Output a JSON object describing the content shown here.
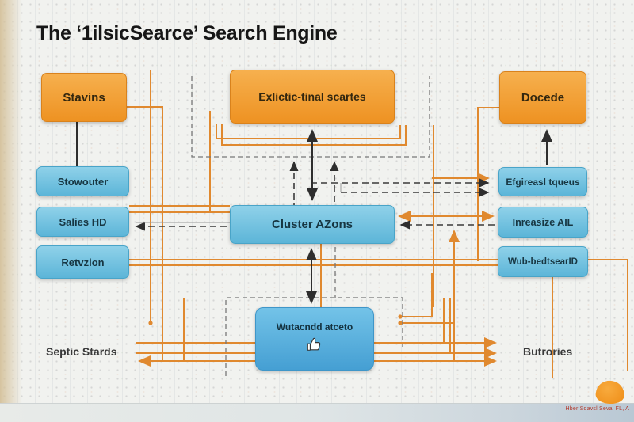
{
  "title": "The ‘1ilsicSearce’ Search Engine",
  "nodes": {
    "stavins": {
      "label": "Stavins"
    },
    "exlictic": {
      "label": "Exlictic-tinal scartes"
    },
    "docede": {
      "label": "Docede"
    },
    "stowouter": {
      "label": "Stowouter"
    },
    "salies": {
      "label": "Salies HD"
    },
    "retvzion": {
      "label": "Retvzion"
    },
    "cluster": {
      "label": "Cluster AZons"
    },
    "efgireasl": {
      "label": "Efgireasl tqueus"
    },
    "inreasize": {
      "label": "Inreasize AIL"
    },
    "wubbed": {
      "label": "Wub-bedtsearID"
    },
    "wutacndd": {
      "label": "Wutacndd atceto",
      "icon": "thumbs-up-icon"
    }
  },
  "labels": {
    "bottom_left": "Septic Stards",
    "bottom_right": "Butrories"
  },
  "footer": {
    "credit": "Hber Sqavsl Seval FL, A"
  },
  "colors": {
    "orange_node": "#f2a33c",
    "blue_node": "#72c2e0",
    "connector_orange": "#e0892f",
    "connector_dark": "#2e2e2e",
    "connector_dashed": "#6b6b6b",
    "left_band": "#d5c29c",
    "credit_text": "#b03a2e"
  }
}
